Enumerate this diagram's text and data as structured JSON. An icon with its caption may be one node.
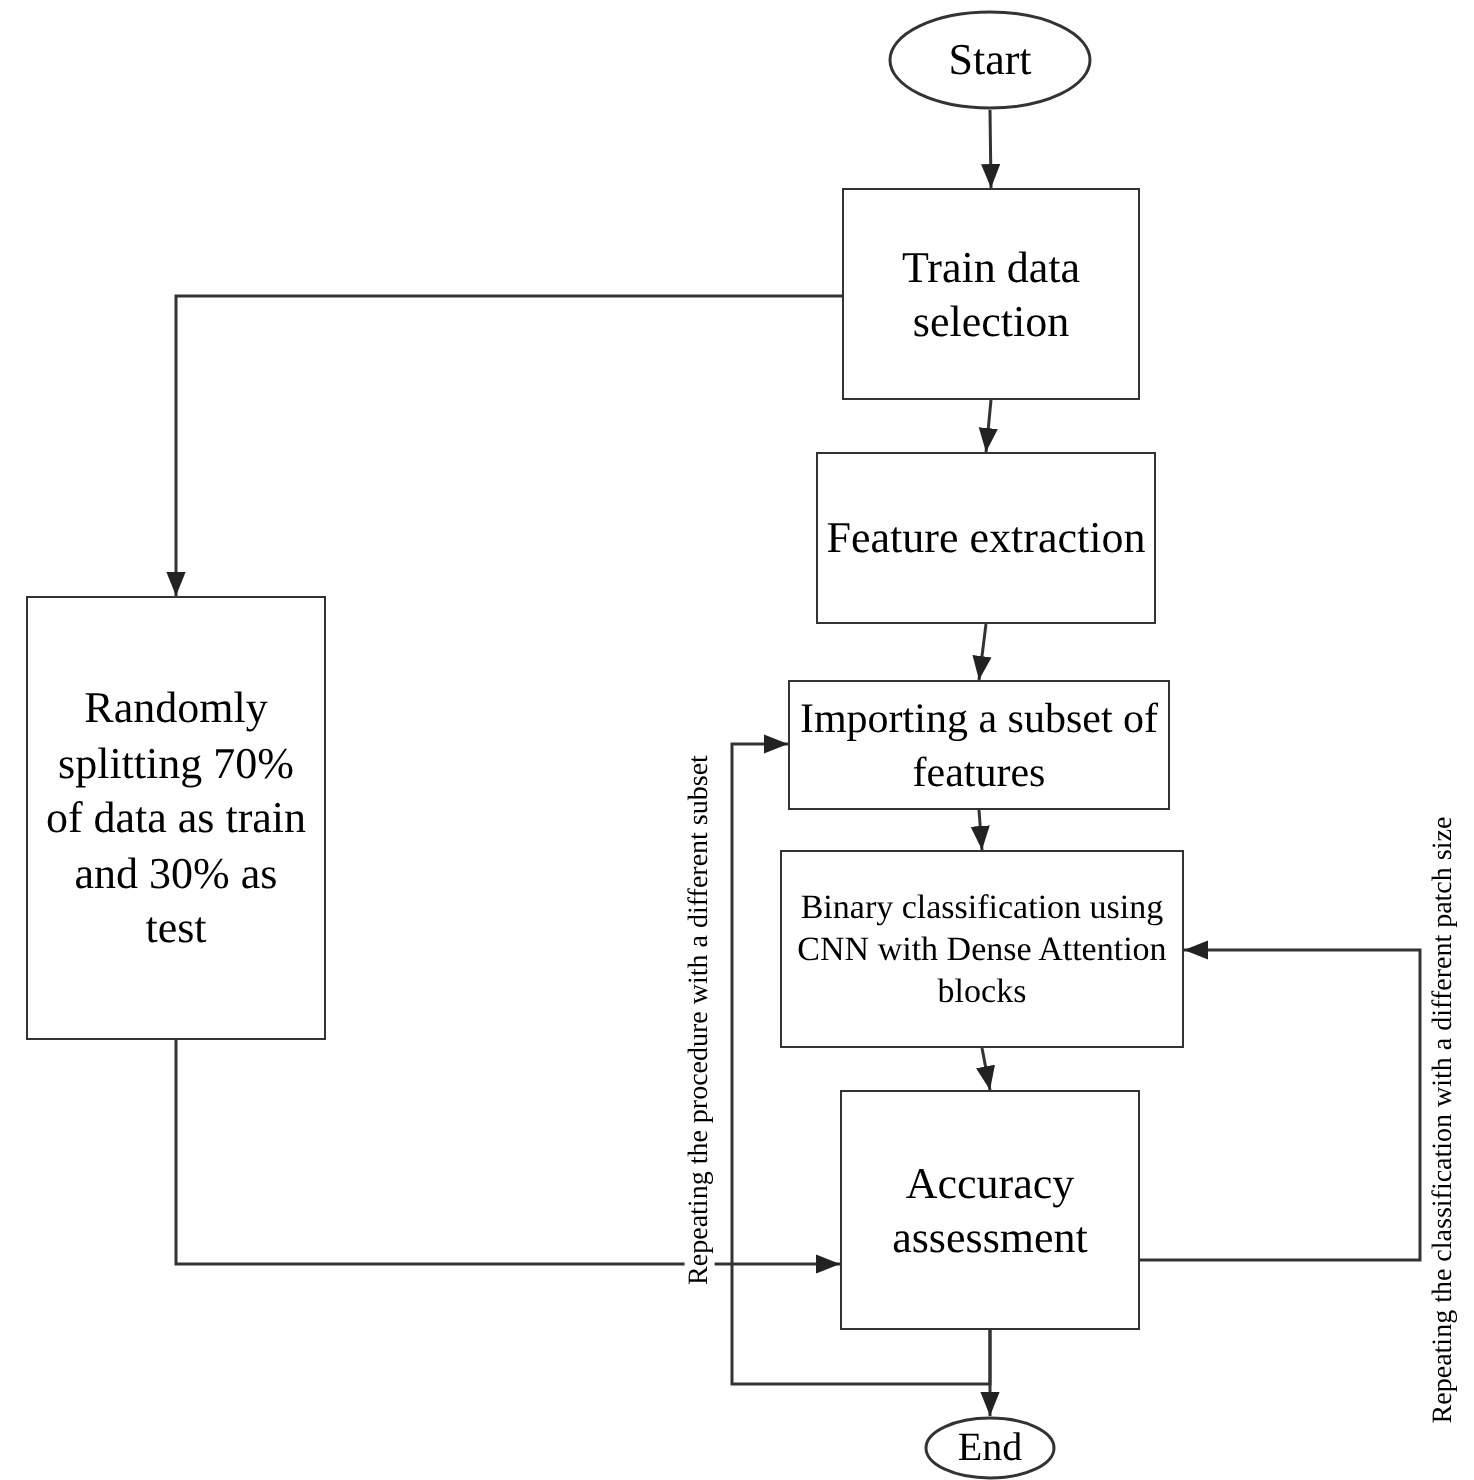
{
  "diagram": {
    "nodes": [
      {
        "text": [
          "Start"
        ]
      },
      {
        "text": [
          "Train data selection"
        ]
      },
      {
        "text": [
          "Feature extraction"
        ]
      },
      {
        "text": [
          "Randomly splitting 70% of data as train and 30% as test"
        ]
      },
      {
        "text": [
          "Importing a subset of features"
        ]
      },
      {
        "text": [
          "Binary classification using CNN with Dense Attention blocks"
        ]
      },
      {
        "text": [
          "Accuracy assessment"
        ]
      },
      {
        "text": [
          "End"
        ]
      }
    ],
    "edges": [
      {
        "from": 0,
        "to": 1,
        "arrow": "to"
      },
      {
        "from": 1,
        "to": 2,
        "arrow": "to"
      },
      {
        "from": 2,
        "to": 4,
        "arrow": "to"
      },
      {
        "from": 4,
        "to": 5,
        "arrow": "to"
      },
      {
        "from": 5,
        "to": 6,
        "arrow": "to"
      },
      {
        "from": 6,
        "to": 7,
        "arrow": "to"
      },
      {
        "from": 1,
        "to": 3,
        "arrow": "to"
      },
      {
        "from": 3,
        "to": 6,
        "arrow": "to"
      },
      {
        "from": 6,
        "to": 5,
        "arrow": "to",
        "label": "Repeating the classification with a different patch size"
      },
      {
        "from": 6,
        "to": 4,
        "arrow": "to",
        "label": "Repeating the procedure with a different subset"
      }
    ]
  }
}
